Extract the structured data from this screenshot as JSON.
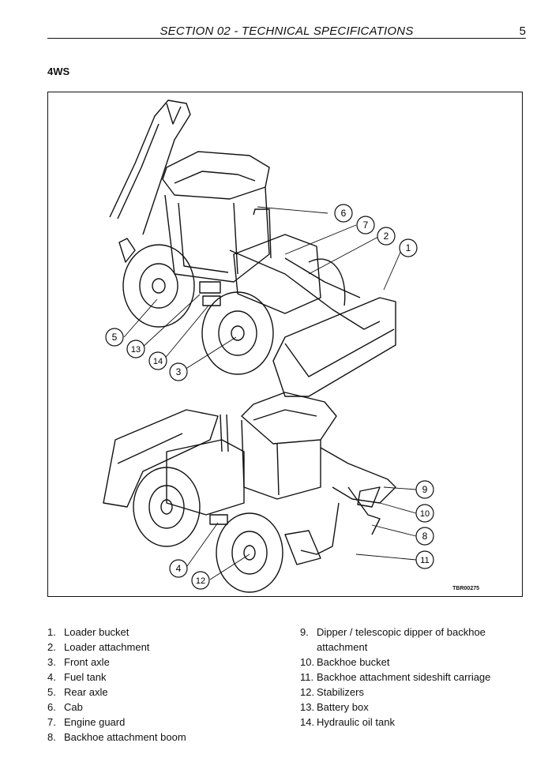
{
  "header": {
    "section_title": "SECTION 02 - TECHNICAL SPECIFICATIONS",
    "page_number": "5"
  },
  "subheading": "4WS",
  "figure": {
    "code": "TBR00275",
    "callouts": [
      "1",
      "2",
      "3",
      "4",
      "5",
      "6",
      "7",
      "8",
      "9",
      "10",
      "11",
      "12",
      "13",
      "14"
    ]
  },
  "legend": {
    "left": [
      {
        "num": "1.",
        "text": "Loader bucket"
      },
      {
        "num": "2.",
        "text": "Loader attachment"
      },
      {
        "num": "3.",
        "text": "Front axle"
      },
      {
        "num": "4.",
        "text": "Fuel tank"
      },
      {
        "num": "5.",
        "text": "Rear axle"
      },
      {
        "num": "6.",
        "text": "Cab"
      },
      {
        "num": "7.",
        "text": "Engine guard"
      },
      {
        "num": "8.",
        "text": "Backhoe attachment boom"
      }
    ],
    "right": [
      {
        "num": "9.",
        "text": "Dipper / telescopic dipper of backhoe attachment"
      },
      {
        "num": "10.",
        "text": "Backhoe bucket"
      },
      {
        "num": "11.",
        "text": "Backhoe attachment sideshift carriage"
      },
      {
        "num": "12.",
        "text": "Stabilizers"
      },
      {
        "num": "13.",
        "text": "Battery box"
      },
      {
        "num": "14.",
        "text": "Hydraulic oil tank"
      }
    ]
  }
}
